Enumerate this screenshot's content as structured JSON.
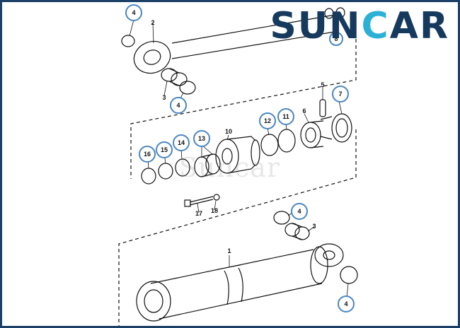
{
  "brand": {
    "name_part1": "SUN",
    "name_part2": "C",
    "name_part3": "AR",
    "accent_color": "#2bb0d6",
    "primary_color": "#153a5e"
  },
  "watermark": "Suncar",
  "callouts": [
    {
      "id": "c4a",
      "text": "4",
      "circled": true
    },
    {
      "id": "c2",
      "text": "2",
      "circled": false
    },
    {
      "id": "c8",
      "text": "8",
      "circled": true
    },
    {
      "id": "c3a",
      "text": "3",
      "circled": false
    },
    {
      "id": "c4b",
      "text": "4",
      "circled": true
    },
    {
      "id": "c5",
      "text": "5",
      "circled": false
    },
    {
      "id": "c7",
      "text": "7",
      "circled": true
    },
    {
      "id": "c12",
      "text": "12",
      "circled": true
    },
    {
      "id": "c11",
      "text": "11",
      "circled": true
    },
    {
      "id": "c6",
      "text": "6",
      "circled": false
    },
    {
      "id": "c10",
      "text": "10",
      "circled": false
    },
    {
      "id": "c13",
      "text": "13",
      "circled": true
    },
    {
      "id": "c14",
      "text": "14",
      "circled": true
    },
    {
      "id": "c15",
      "text": "15",
      "circled": true
    },
    {
      "id": "c16",
      "text": "16",
      "circled": true
    },
    {
      "id": "c17",
      "text": "17",
      "circled": false
    },
    {
      "id": "c18",
      "text": "18",
      "circled": false
    },
    {
      "id": "c4c",
      "text": "4",
      "circled": true
    },
    {
      "id": "c3b",
      "text": "3",
      "circled": false
    },
    {
      "id": "c1",
      "text": "1",
      "circled": false
    },
    {
      "id": "c4d",
      "text": "4",
      "circled": true
    }
  ]
}
